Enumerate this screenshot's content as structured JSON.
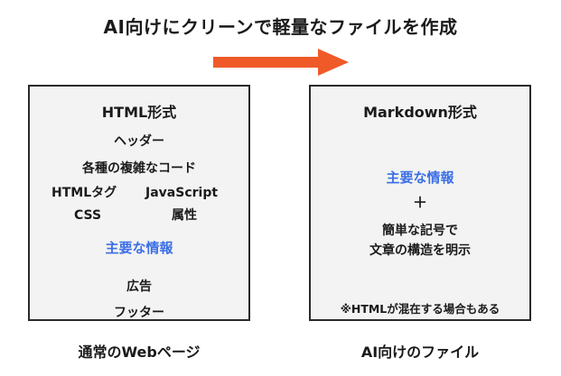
{
  "header": {
    "title": "AI向けにクリーンで軽量なファイルを作成"
  },
  "arrow": {
    "color": "#f05a28"
  },
  "left_panel": {
    "title": "HTML形式",
    "header_label": "ヘッダー",
    "code_heading": "各種の複雑なコード",
    "html_tag": "HTMLタグ",
    "javascript": "JavaScript",
    "css": "CSS",
    "attribute": "属性",
    "main_info": "主要な情報",
    "ads": "広告",
    "footer_label": "フッター",
    "caption": "通常のWebページ"
  },
  "right_panel": {
    "title": "Markdown形式",
    "main_info": "主要な情報",
    "plus": "＋",
    "simple_symbols": "簡単な記号で",
    "structure_text": "文章の構造を明示",
    "note": "※HTMLが混在する場合もある",
    "caption": "AI向けのファイル"
  },
  "colors": {
    "accent": "#3b6ee5",
    "box_fill": "#f3f3f3",
    "box_border": "#2a2a2a"
  }
}
